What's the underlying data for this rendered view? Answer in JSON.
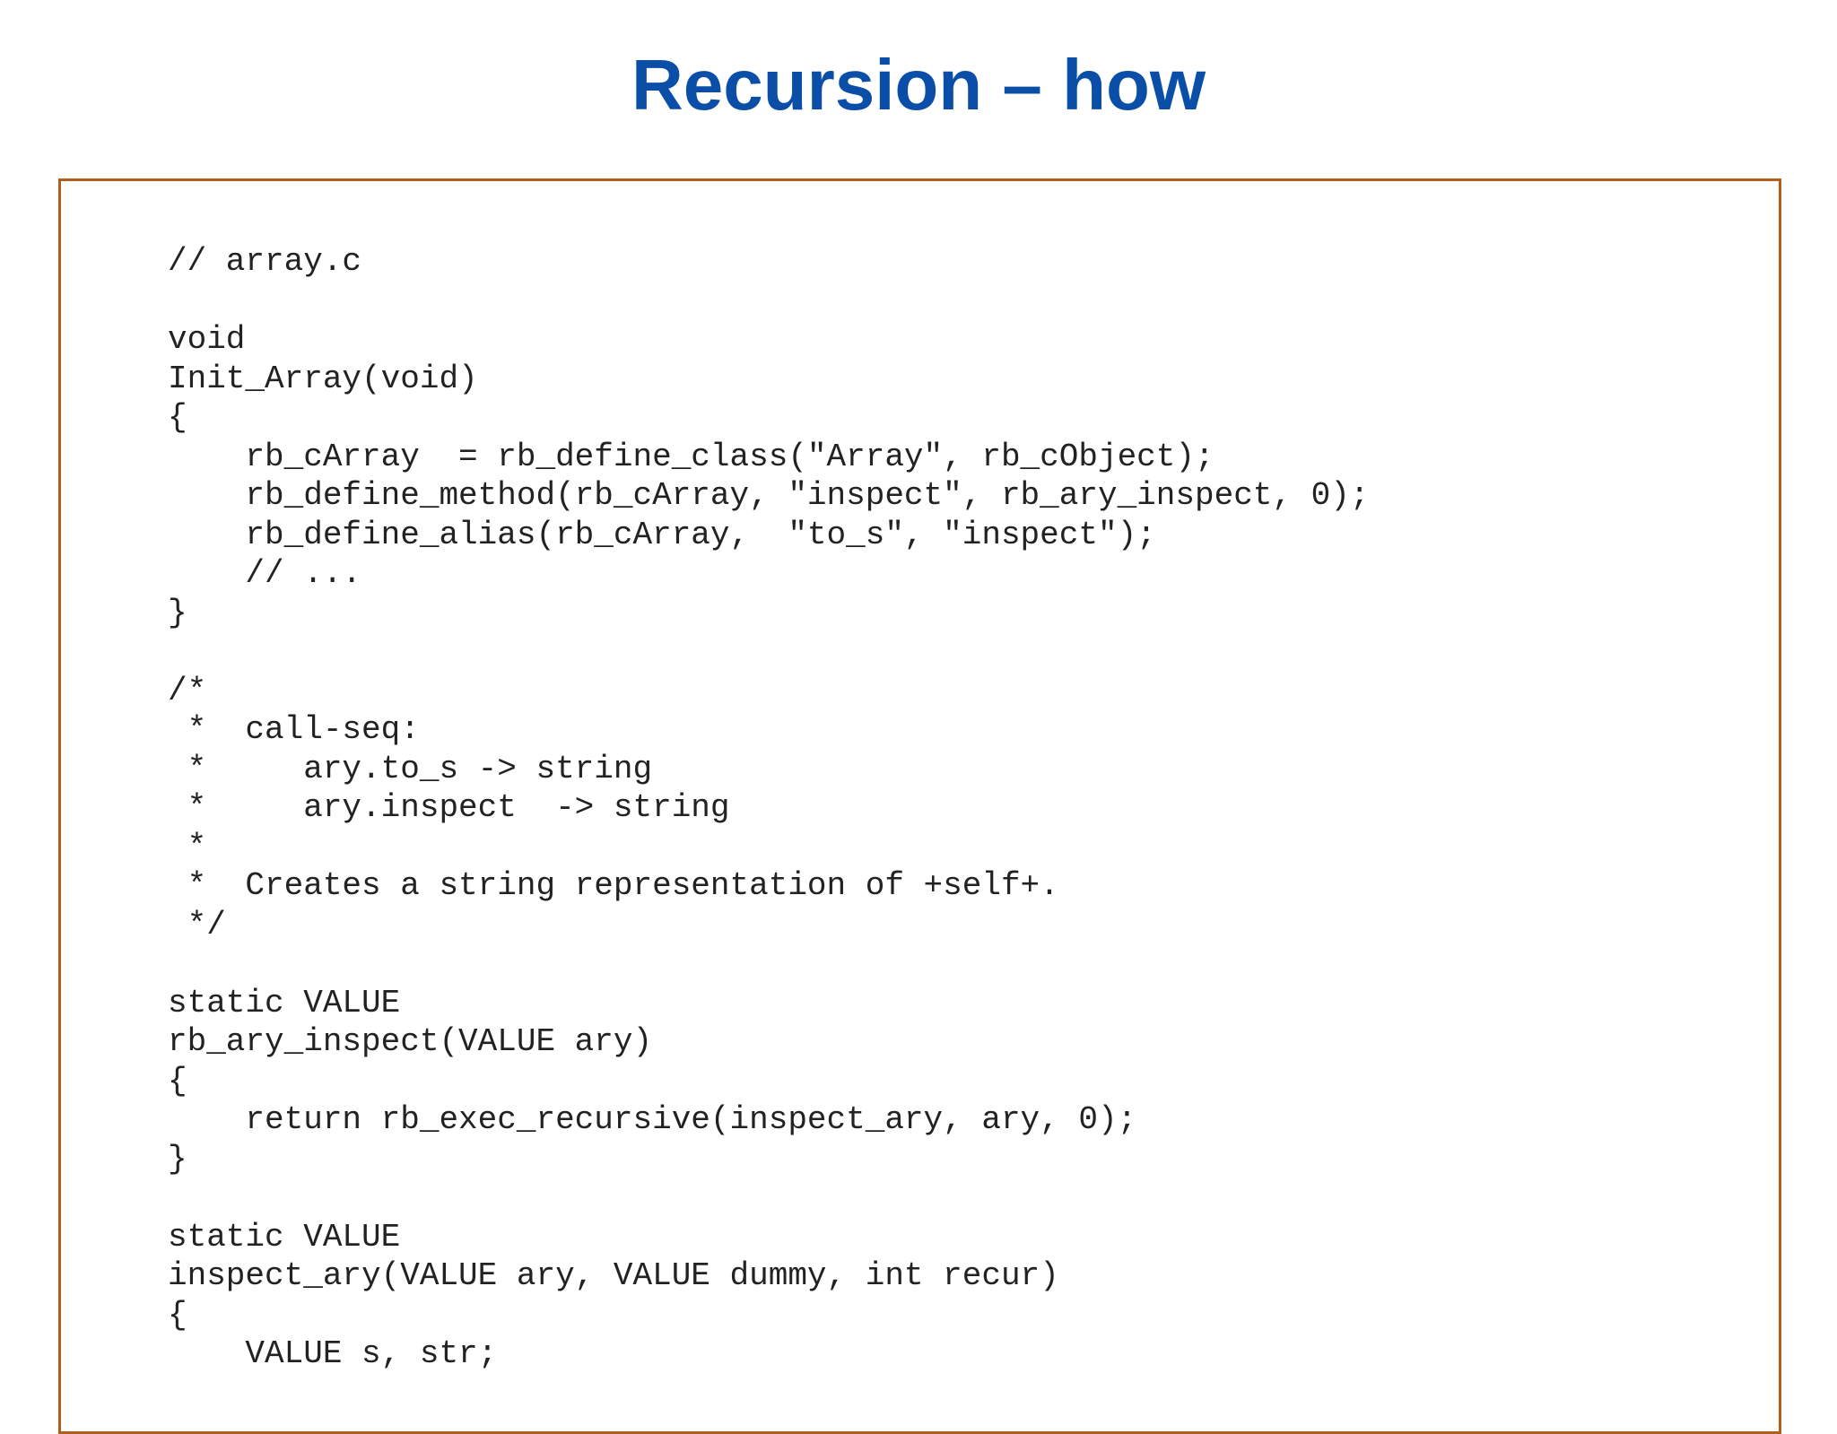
{
  "slide": {
    "title": "Recursion – how"
  },
  "code": {
    "language": "c",
    "lines": [
      "// array.c",
      "",
      "void",
      "Init_Array(void)",
      "{",
      "    rb_cArray  = rb_define_class(\"Array\", rb_cObject);",
      "    rb_define_method(rb_cArray, \"inspect\", rb_ary_inspect, 0);",
      "    rb_define_alias(rb_cArray,  \"to_s\", \"inspect\");",
      "    // ...",
      "}",
      "",
      "/*",
      " *  call-seq:",
      " *     ary.to_s -> string",
      " *     ary.inspect  -> string",
      " *",
      " *  Creates a string representation of +self+.",
      " */",
      "",
      "static VALUE",
      "rb_ary_inspect(VALUE ary)",
      "{",
      "    return rb_exec_recursive(inspect_ary, ary, 0);",
      "}",
      "",
      "static VALUE",
      "inspect_ary(VALUE ary, VALUE dummy, int recur)",
      "{",
      "    VALUE s, str;"
    ]
  },
  "colors": {
    "title": "#0a4ea8",
    "border": "#b0601c",
    "code_text": "#222222"
  }
}
